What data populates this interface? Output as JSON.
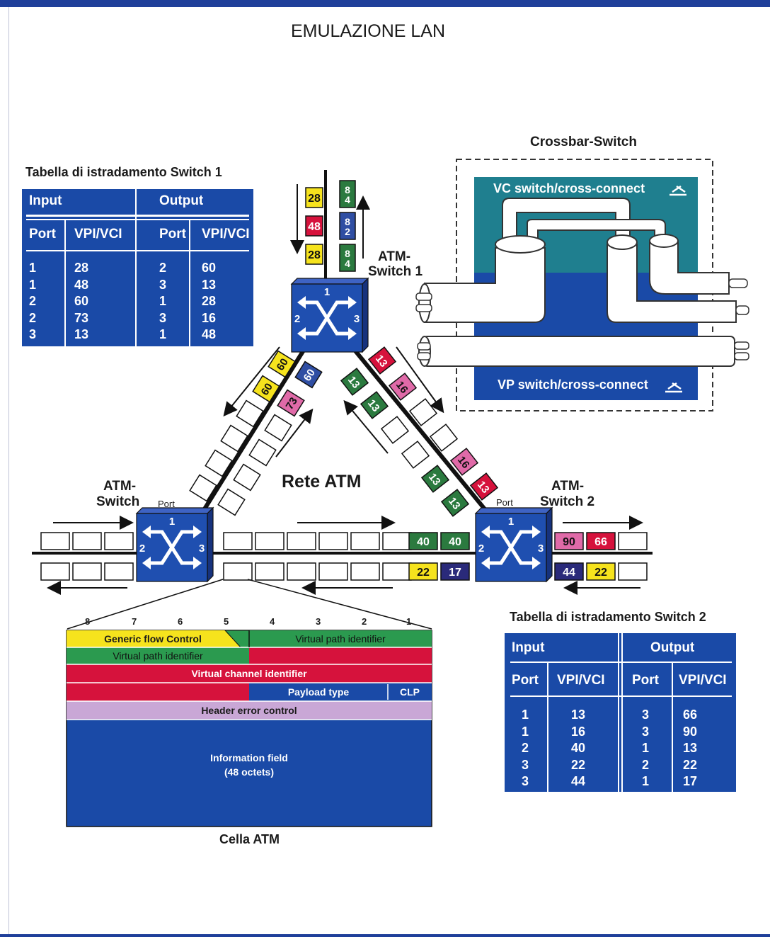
{
  "title": "EMULAZIONE LAN",
  "crossbar": {
    "title": "Crossbar-Switch",
    "vc_label": "VC switch/cross-connect",
    "vp_label": "VP switch/cross-connect",
    "colors": {
      "vc": "#1f7f8f",
      "vp": "#1a4aa7"
    }
  },
  "table1": {
    "title": "Tabella di istradamento Switch 1",
    "input": "Input",
    "output": "Output",
    "port": "Port",
    "vpivci": "VPI/VCI",
    "rows": {
      "in_port": "1\n1\n2\n2\n3",
      "in_vpi": "28\n48\n60\n73\n13",
      "out_port": "2\n3\n1\n3\n1",
      "out_vpi": "60\n13\n28\n16\n48"
    }
  },
  "table2": {
    "title": "Tabella di istradamento Switch 2",
    "input": "Input",
    "output": "Output",
    "port": "Port",
    "vpivci": "VPI/VCI",
    "rows": {
      "in_port": "1\n1\n2\n3\n3",
      "in_vpi": "13\n16\n40\n22\n44",
      "out_port": "3\n3\n1\n2\n1",
      "out_vpi": "66\n90\n13\n22\n17"
    }
  },
  "network": {
    "label": "Rete ATM",
    "switch1": {
      "name_line1": "ATM-",
      "name_line2": "Switch 1"
    },
    "switch_left": {
      "name_line1": "ATM-",
      "name_line2": "Switch"
    },
    "switch2": {
      "name_line1": "ATM-",
      "name_line2": "Switch 2"
    },
    "port_label": "Port",
    "port_numbers": [
      "1",
      "2",
      "3"
    ],
    "cell_values": {
      "top_left": [
        "28",
        "48",
        "28"
      ],
      "top_right": [
        "8\n4",
        "8\n2",
        "8\n4"
      ],
      "diag_left": [
        "60",
        "60",
        "60",
        "73"
      ],
      "diag_right": [
        "13",
        "16",
        "13",
        "13",
        "16",
        "13",
        "13",
        "13"
      ],
      "bottom_mid": [
        "40",
        "40",
        "22",
        "17"
      ],
      "right_out": [
        "90",
        "66",
        "44",
        "22"
      ]
    },
    "colors": {
      "yellow": "#f6e31d",
      "red": "#d6123c",
      "green": "#2b7a3f",
      "blue": "#2f4ea3",
      "pink": "#e06aa8",
      "navy": "#2a2a7a"
    }
  },
  "cell": {
    "caption": "Cella ATM",
    "bit_numbers": [
      "8",
      "7",
      "6",
      "5",
      "4",
      "3",
      "2",
      "1"
    ],
    "gfc": "Generic flow Control",
    "vpi_right": "Virtual path identifier",
    "vpi_left": "Virtual path identifier",
    "vci": "Virtual channel identifier",
    "pt": "Payload type",
    "clp": "CLP",
    "hec": "Header error control",
    "info_line1": "Information field",
    "info_line2": "(48 octets)"
  }
}
